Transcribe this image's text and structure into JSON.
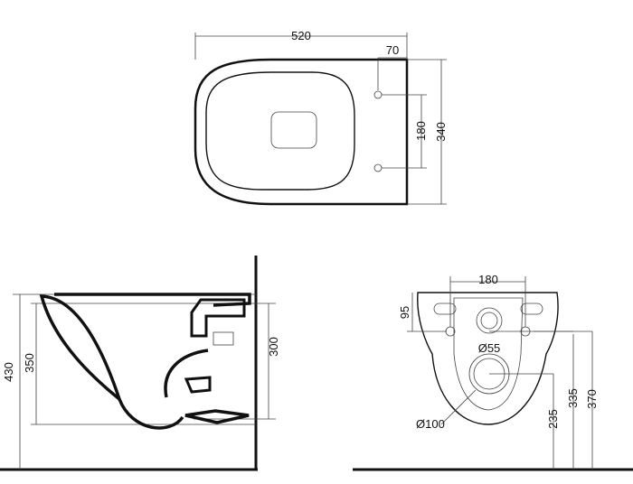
{
  "top_view": {
    "width": "520",
    "offset": "70",
    "hole_spacing": "180",
    "depth": "340"
  },
  "side_view": {
    "overall_height": "430",
    "bowl_height": "350",
    "fixing_height": "300"
  },
  "front_view": {
    "hole_spacing": "180",
    "vertical_offset": "95",
    "inlet_diameter": "Ø55",
    "outlet_diameter": "Ø100",
    "outlet_height": "235",
    "inlet_height": "335",
    "fixing_height": "370"
  }
}
